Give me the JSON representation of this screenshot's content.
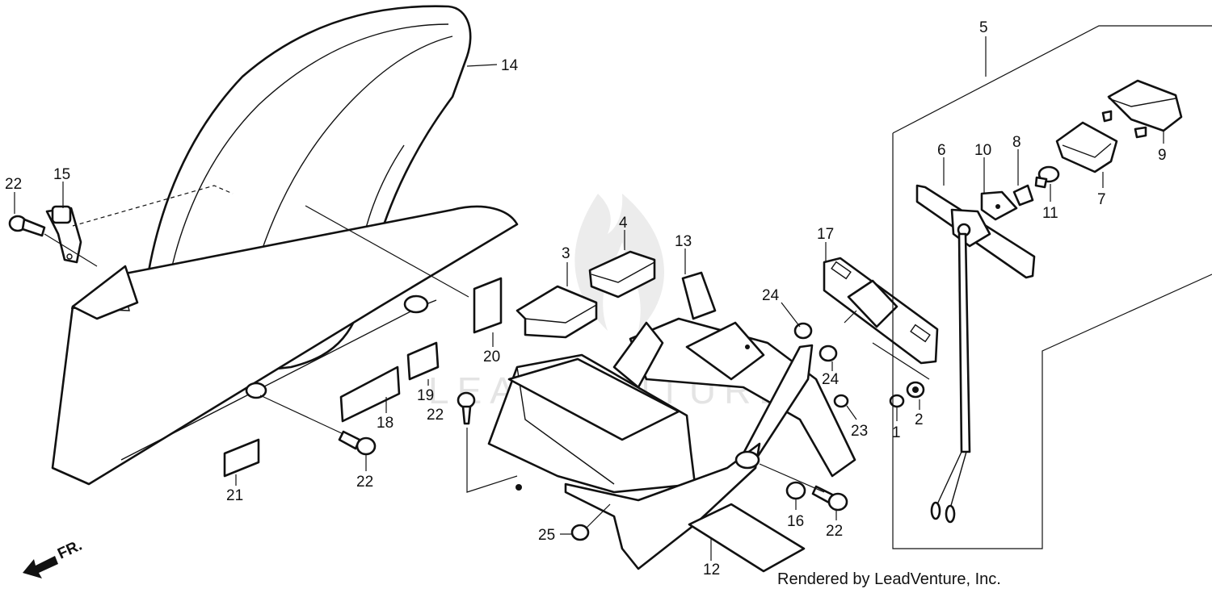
{
  "diagram": {
    "credit": "Rendered by LeadVenture, Inc.",
    "watermark": "LEADVENTURE",
    "direction_label": "FR.",
    "callouts": {
      "c1": "1",
      "c2": "2",
      "c3": "3",
      "c4": "4",
      "c5": "5",
      "c6": "6",
      "c7": "7",
      "c8": "8",
      "c9": "9",
      "c10": "10",
      "c11": "11",
      "c12": "12",
      "c13": "13",
      "c14": "14",
      "c15": "15",
      "c16": "16",
      "c17": "17",
      "c18": "18",
      "c19": "19",
      "c20": "20",
      "c21": "21",
      "c22a": "22",
      "c22b": "22",
      "c22c": "22",
      "c22d": "22",
      "c23": "23",
      "c24a": "24",
      "c24b": "24",
      "c25": "25"
    }
  }
}
